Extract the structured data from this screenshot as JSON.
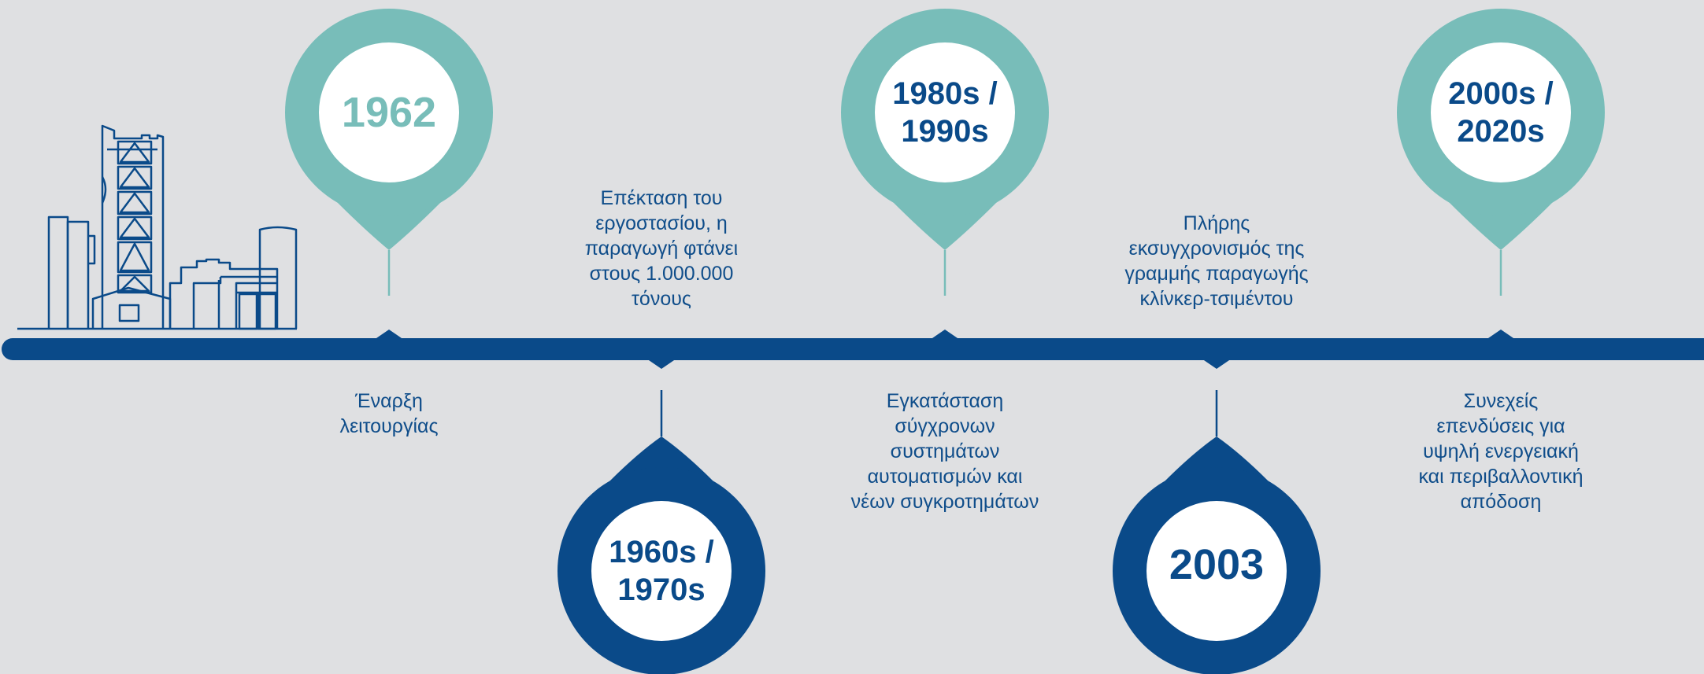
{
  "colors": {
    "background": "#dfe0e2",
    "timeline": "#0a4a89",
    "teal": "#78bdb9",
    "navy": "#0a4a89",
    "text": "#0f4d8a"
  },
  "icons": {
    "factory": "cement-factory-icon"
  },
  "milestones": [
    {
      "year": "1962",
      "year_color": "#78bdb9",
      "marker": "teal",
      "side": "top",
      "description": "Έναρξη\nλειτουργίας"
    },
    {
      "year": "1960s /\n1970s",
      "year_color": "#0a4a89",
      "marker": "navy",
      "side": "bottom",
      "description": "Επέκταση του\nεργοστασίου, η\nπαραγωγή φτάνει\nστους 1.000.000\nτόνους"
    },
    {
      "year": "1980s /\n1990s",
      "year_color": "#0a4a89",
      "marker": "teal",
      "side": "top",
      "description": "Εγκατάσταση\nσύγχρονων\nσυστημάτων\nαυτοματισμών και\nνέων συγκροτημάτων"
    },
    {
      "year": "2003",
      "year_color": "#0a4a89",
      "marker": "navy",
      "side": "bottom",
      "description": "Πλήρης\nεκσυγχρονισμός της\nγραμμής παραγωγής\nκλίνκερ-τσιμέντου"
    },
    {
      "year": "2000s /\n2020s",
      "year_color": "#0a4a89",
      "marker": "teal",
      "side": "top",
      "description": "Συνεχείς\nεπενδύσεις για\nυψηλή ενεργειακή\nκαι περιβαλλοντική\nαπόδοση"
    }
  ]
}
